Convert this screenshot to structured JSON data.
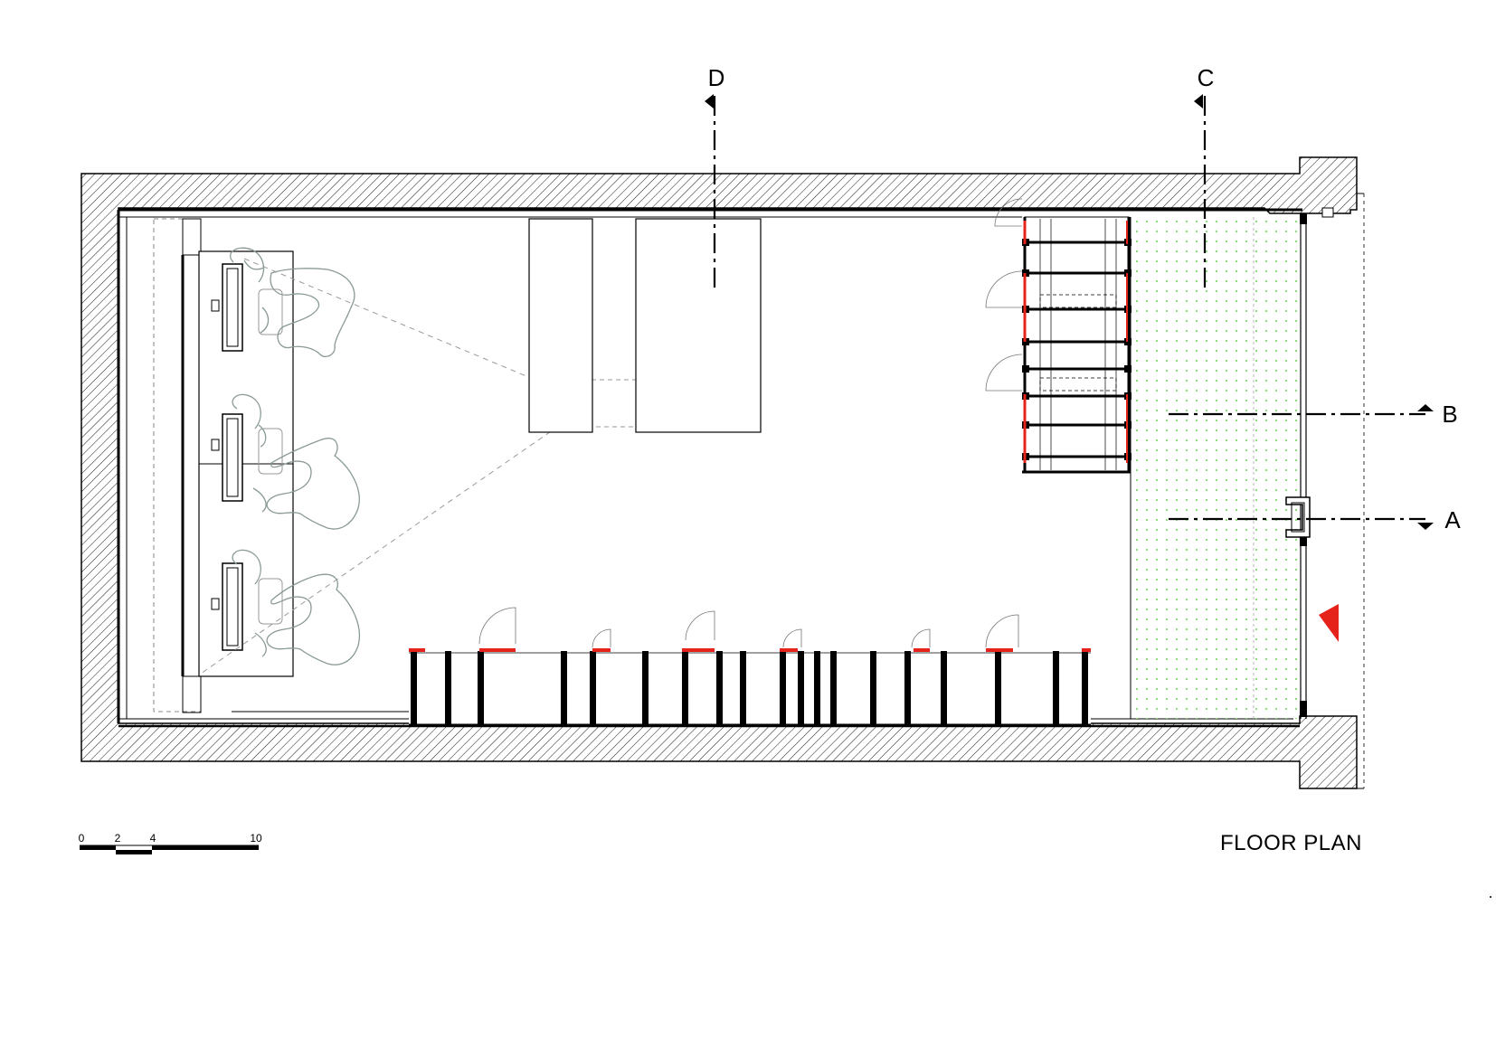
{
  "title": "FLOOR PLAN",
  "section_markers": [
    {
      "label": "D",
      "direction": "vertical"
    },
    {
      "label": "C",
      "direction": "vertical"
    },
    {
      "label": "B",
      "direction": "horizontal"
    },
    {
      "label": "A",
      "direction": "horizontal"
    }
  ],
  "scale_bar": {
    "ticks": [
      "0",
      "2",
      "4",
      "10"
    ]
  },
  "colors": {
    "wall_hatch": "#000000",
    "highlight": "#e5231b",
    "green_dots": "#7ddc6b",
    "furniture_figures": "#8a9a96",
    "entrance_arrow": "#e5231b"
  }
}
